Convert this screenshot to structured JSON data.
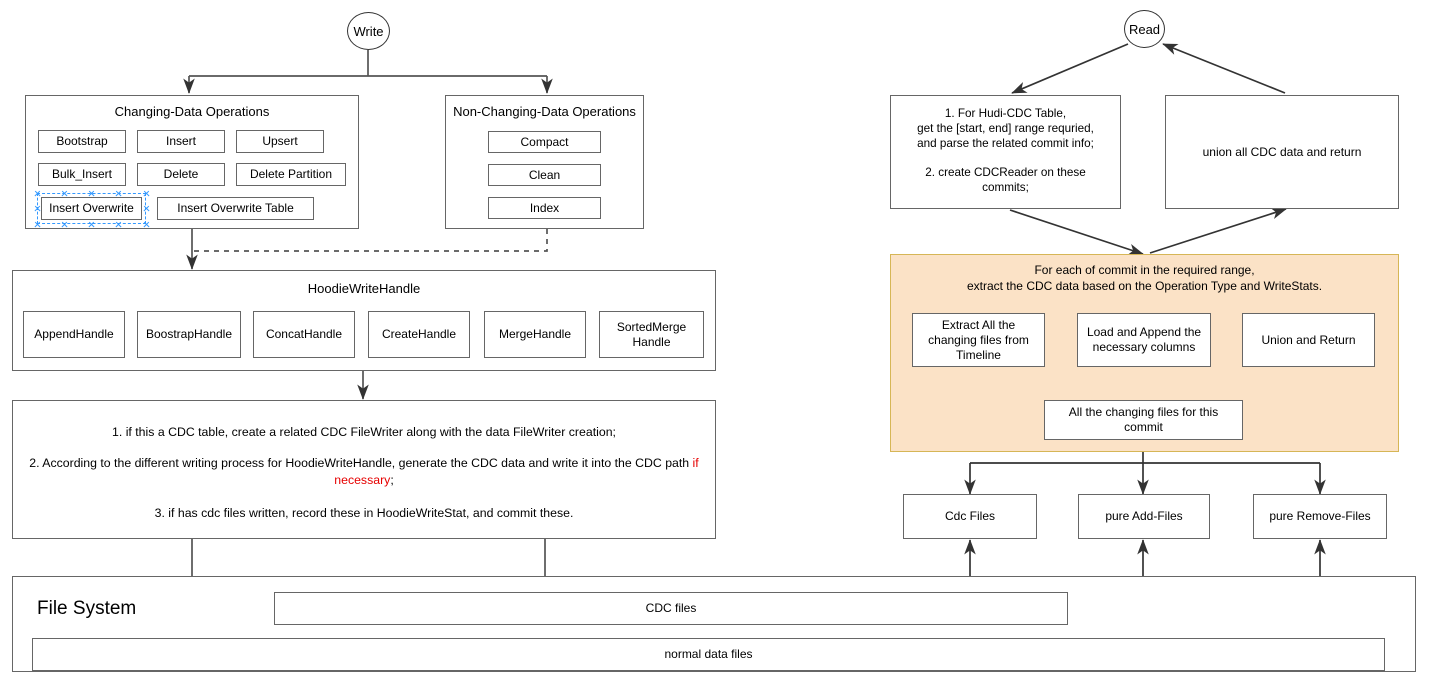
{
  "write_flow": {
    "start_node": "Write",
    "changing_group": {
      "title": "Changing-Data Operations",
      "ops": [
        "Bootstrap",
        "Insert",
        "Upsert",
        "Bulk_Insert",
        "Delete",
        "Delete Partition",
        "Insert  Overwrite",
        "Insert  Overwrite Table"
      ],
      "selected_op": "Insert  Overwrite"
    },
    "non_changing_group": {
      "title": "Non-Changing-Data Operations",
      "ops": [
        "Compact",
        "Clean",
        "Index"
      ]
    },
    "handle_group": {
      "title": "HoodieWriteHandle",
      "handles": [
        "AppendHandle",
        "BoostrapHandle",
        "ConcatHandle",
        "CreateHandle",
        "MergeHandle",
        "SortedMerge Handle"
      ]
    },
    "notes": {
      "line1": "1. if this a CDC table, create a related CDC FileWriter along with the data FileWriter creation;",
      "line2_a": "2. According to the different writing process for HoodieWriteHandle, generate the CDC data and write it into the CDC path ",
      "line2_red": "if necessary",
      "line2_b": ";",
      "line3": "3. if has cdc files written, record these in HoodieWriteStat, and commit these."
    },
    "file_system": {
      "label": "File System",
      "cdc_files": "CDC files",
      "normal_files": "normal data files"
    }
  },
  "read_flow": {
    "start_node": "Read",
    "step_box": {
      "l1": "1. For Hudi-CDC Table,",
      "l2": "get the [start, end] range requried,",
      "l3": "and parse the related commit info;",
      "l4": "",
      "l5": "2. create CDCReader on these",
      "l6": "commits;"
    },
    "union_box": "union all CDC data and return",
    "panel": {
      "title_l1": "For each of commit in the required range,",
      "title_l2": "extract the CDC data based on the Operation Type and WriteStats.",
      "steps": [
        "Extract All the changing files from Timeline",
        "Load and Append the necessary columns",
        "Union and Return"
      ],
      "commit_box": "All the changing files for this commit"
    },
    "file_kinds": [
      "Cdc Files",
      "pure Add-Files",
      "pure Remove-Files"
    ]
  },
  "colors": {
    "panel_fill": "#fbe2c6",
    "panel_border": "#d6b656",
    "box_border": "#666666",
    "selection": "#3399ff",
    "accent_red": "#e60000"
  }
}
